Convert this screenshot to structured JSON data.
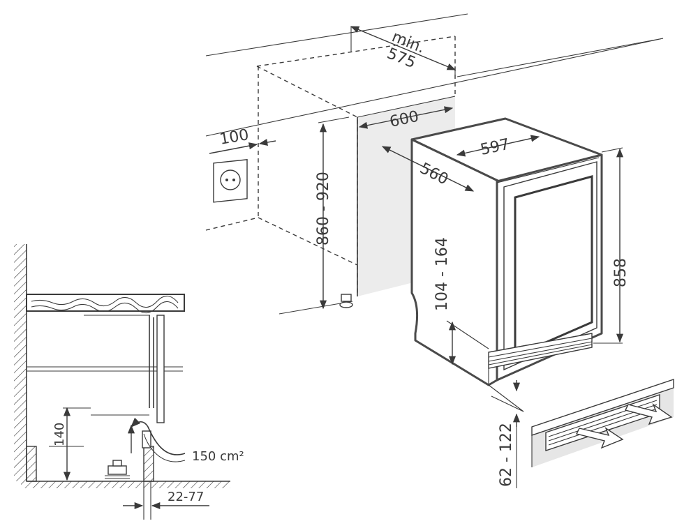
{
  "labels": {
    "min": "min.",
    "depth_min": "575",
    "niche_width": "600",
    "side_offset": "100",
    "niche_height": "860 - 920",
    "unit_width": "597",
    "unit_depth": "560",
    "unit_height": "858",
    "plinth_height": "104 - 164",
    "foot_adjust": "62 - 122",
    "vent_height": "140",
    "vent_area": "150 cm²",
    "plinth_gap": "22-77"
  },
  "colors": {
    "line": "#3a3a3a",
    "niche_fill": "#ececec",
    "worktop_fill": "#ffffff"
  }
}
